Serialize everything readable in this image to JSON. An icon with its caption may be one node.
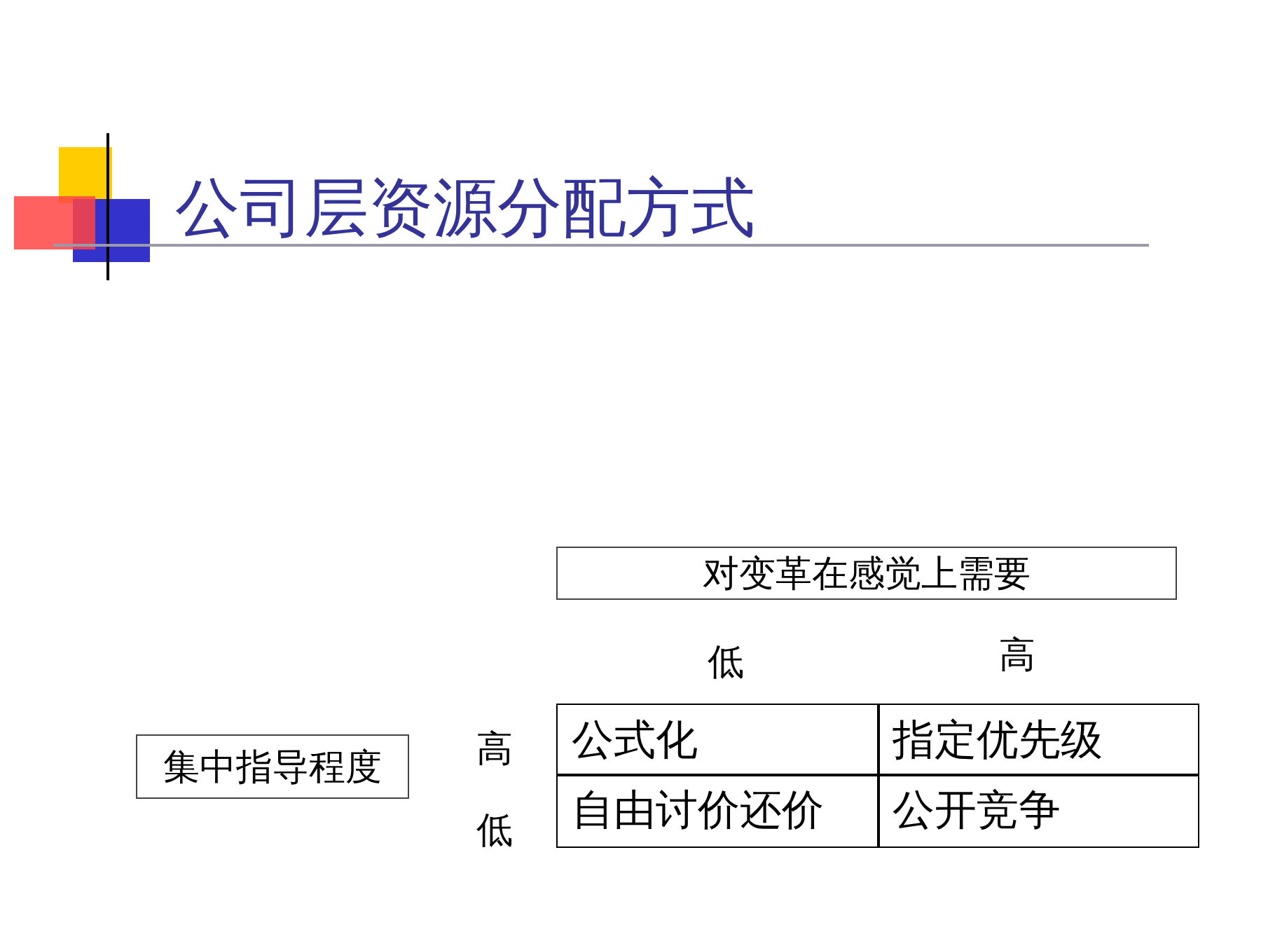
{
  "diagram": {
    "title": "公司层资源分配方式",
    "nodes": [
      {
        "text": [
          "对变革在感觉上需要"
        ]
      },
      {
        "text": [
          "集中指导程度"
        ]
      }
    ],
    "labels": [
      "低",
      "高",
      "高",
      "公式化",
      "指定优先级",
      "低",
      "自由讨价还价",
      "公开竞争"
    ]
  }
}
